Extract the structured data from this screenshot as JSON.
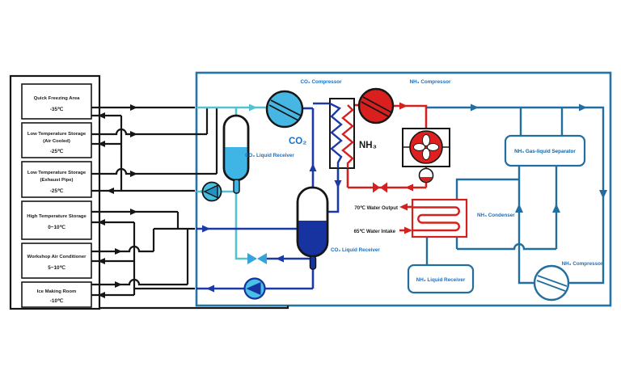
{
  "panel": {
    "rooms": [
      {
        "lines": [
          "Quick Freezing Area"
        ],
        "temp": "-35℃"
      },
      {
        "lines": [
          "Low Temperature Storage",
          "(Air Cooled)"
        ],
        "temp": "-25℃"
      },
      {
        "lines": [
          "Low Temperature Storage",
          "(Exhaust Pipe)"
        ],
        "temp": "-25℃"
      },
      {
        "lines": [
          "High Temperature Storage"
        ],
        "temp": "0~10℃"
      },
      {
        "lines": [
          "Workshop Air Conditioner"
        ],
        "temp": "5~10℃"
      },
      {
        "lines": [
          "Ice Making Room"
        ],
        "temp": "-10℃"
      }
    ]
  },
  "diagram": {
    "labels": {
      "co2_compressor": "CO₂ Compressor",
      "nh3_compressor_top": "NH₃ Compressor",
      "nh3_compressor_bottom": "NH₃ Compressor",
      "co2_big": "CO₂",
      "nh3_big": "NH₃",
      "co2_liquid_receiver_low": "CO₂ Liquid Receiver",
      "co2_liquid_receiver_high": "CO₂ Liquid Receiver",
      "nh3_separator": "NH₃ Gas-liquid Separator",
      "nh3_condenser": "NH₃ Condenser",
      "nh3_liquid_receiver": "NH₃ Liquid Receiver",
      "water_output": "70℃ Water Output",
      "water_intake": "65℃ Water Intake"
    },
    "colors": {
      "teal_pipe": "#55c3cf",
      "navy_pipe": "#1b3aa6",
      "steel_pipe": "#226f9f",
      "red_pipe": "#d62020",
      "cyan_fill": "#3fb5e6",
      "navy_fill": "#1733a0",
      "label_blue": "#1a6fc0",
      "line_black": "#161616"
    }
  }
}
